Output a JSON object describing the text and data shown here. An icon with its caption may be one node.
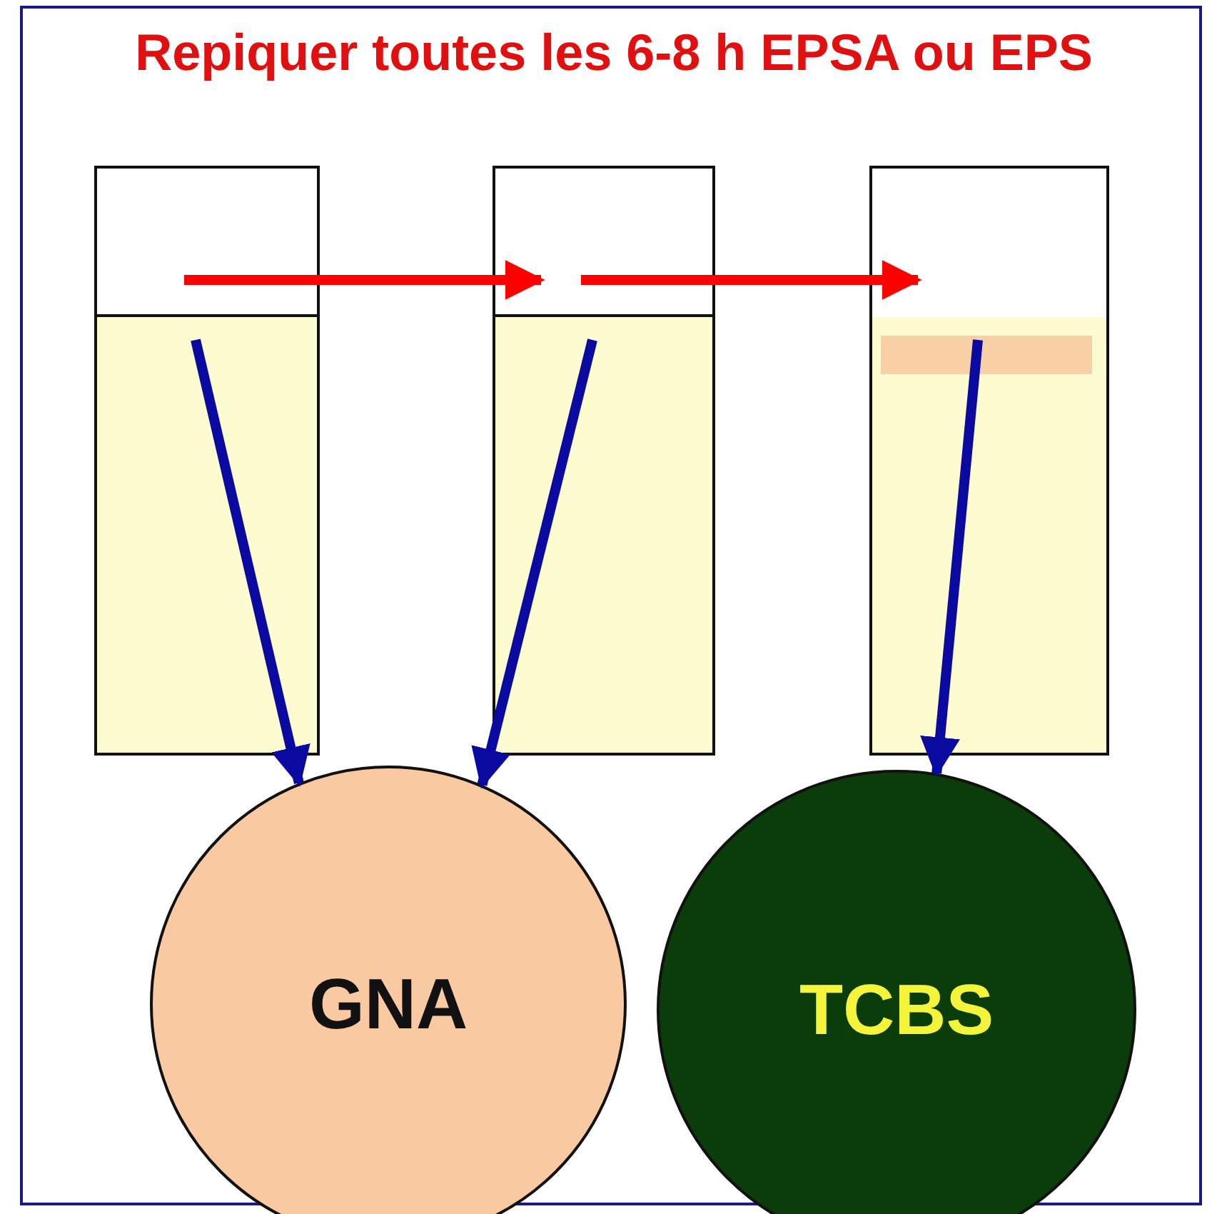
{
  "diagram": {
    "title": "Repiquer toutes les 6-8 h EPSA ou EPS",
    "nodes": [
      {
        "text": [],
        "shape": "tube"
      },
      {
        "text": [],
        "shape": "tube"
      },
      {
        "text": [],
        "shape": "tube"
      },
      {
        "text": [
          "GNA"
        ]
      },
      {
        "text": [
          "TCBS"
        ]
      }
    ],
    "edges": [
      {
        "from": 0,
        "to": 1,
        "arrow": "to",
        "color": "#ff0000"
      },
      {
        "from": 1,
        "to": 2,
        "arrow": "to",
        "color": "#ff0000"
      },
      {
        "from": 0,
        "to": 3,
        "arrow": "to"
      },
      {
        "from": 1,
        "to": 3,
        "arrow": "to"
      },
      {
        "from": 2,
        "to": 4,
        "arrow": "to"
      }
    ]
  }
}
